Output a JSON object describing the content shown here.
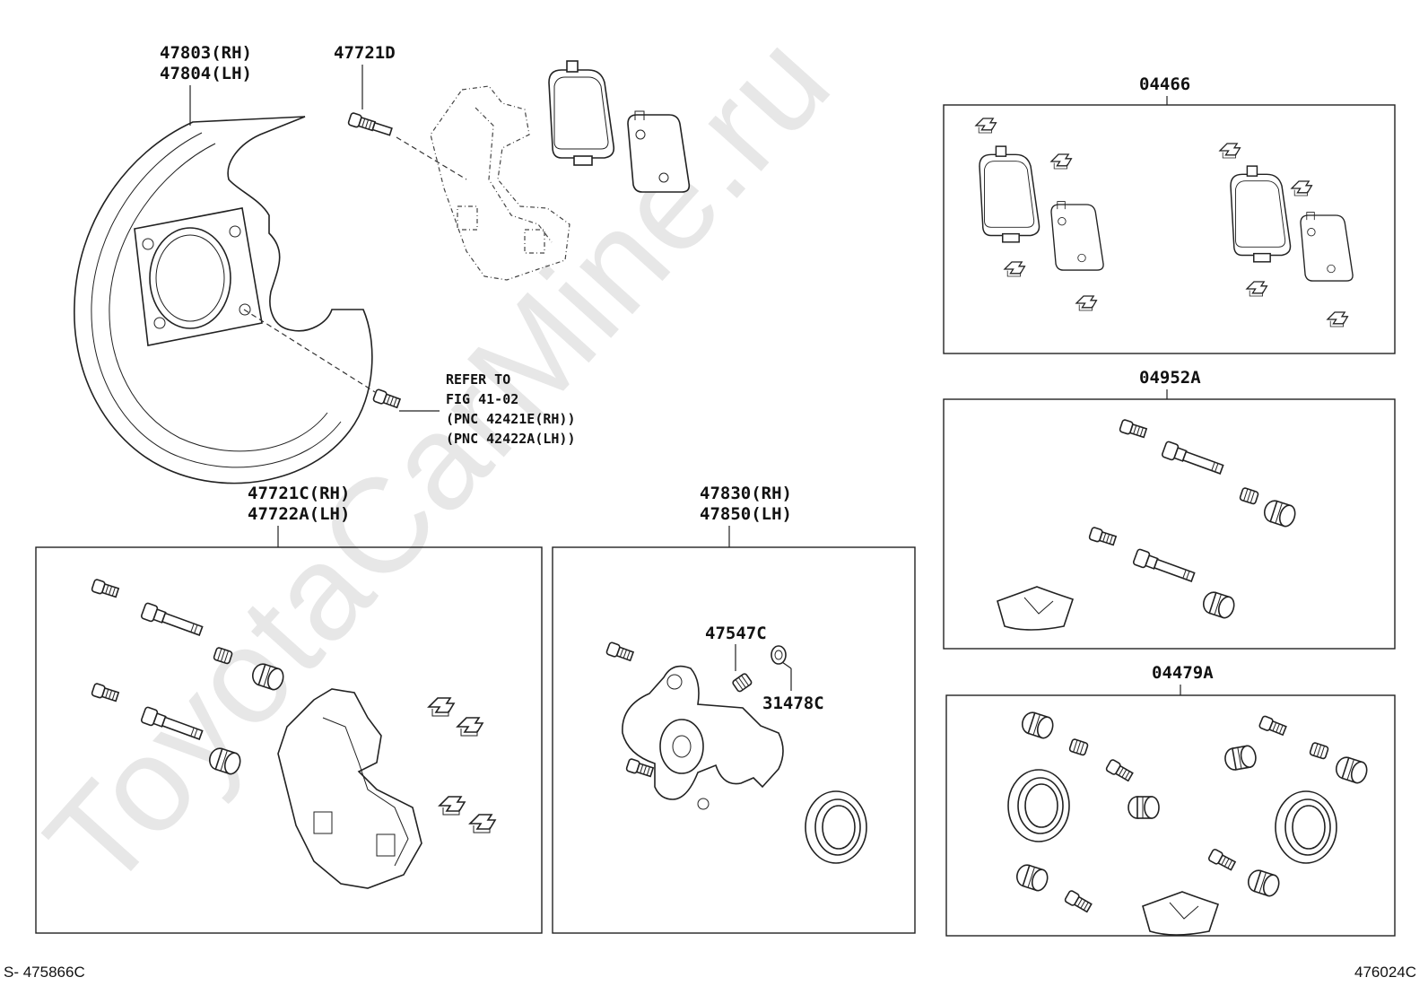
{
  "watermark": "ToyotaCarMine.ru",
  "labels": {
    "shield_rh": "47803(RH)",
    "shield_lh": "47804(LH)",
    "bolt_upper": "47721D",
    "refer_line1": "REFER TO",
    "refer_line2": "FIG 41-02",
    "refer_line3": "(PNC 42421E(RH))",
    "refer_line4": "(PNC 42422A(LH))",
    "mount_rh": "47721C(RH)",
    "mount_lh": "47722A(LH)",
    "caliper_rh": "47830(RH)",
    "caliper_lh": "47850(LH)",
    "bleeder": "47547C",
    "cap": "31478C",
    "pad_kit": "04466",
    "slide_kit": "04952A",
    "seal_kit": "04479A"
  },
  "footer": {
    "left_code": "S- 475866C",
    "right_code": "476024C"
  }
}
